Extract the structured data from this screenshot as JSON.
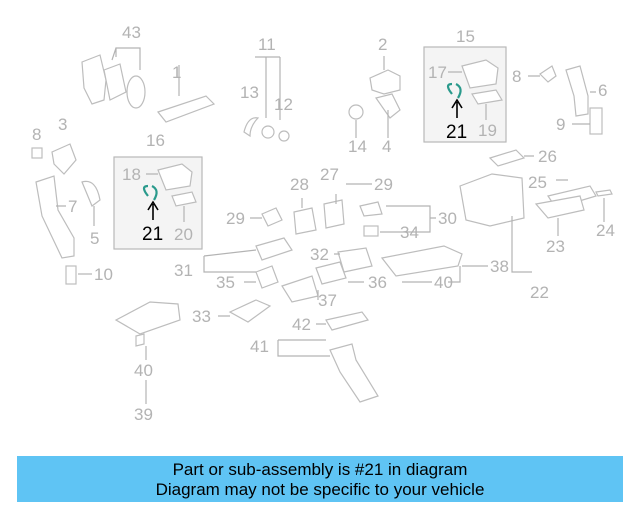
{
  "labels": {
    "l1": "1",
    "l2": "2",
    "l3": "3",
    "l4": "4",
    "l5": "5",
    "l6": "6",
    "l7": "7",
    "l8a": "8",
    "l8b": "8",
    "l9": "9",
    "l10": "10",
    "l11": "11",
    "l12": "12",
    "l13": "13",
    "l14": "14",
    "l15": "15",
    "l16": "16",
    "l17": "17",
    "l18": "18",
    "l19": "19",
    "l20": "20",
    "l21a": "21",
    "l21b": "21",
    "l22": "22",
    "l23": "23",
    "l24": "24",
    "l25": "25",
    "l26": "26",
    "l27": "27",
    "l28": "28",
    "l29a": "29",
    "l29b": "29",
    "l30": "30",
    "l31": "31",
    "l32": "32",
    "l33": "33",
    "l34": "34",
    "l35": "35",
    "l36": "36",
    "l37": "37",
    "l38": "38",
    "l39": "39",
    "l40a": "40",
    "l40b": "40",
    "l41": "41",
    "l42": "42",
    "l43": "43"
  },
  "highlight_part": "21",
  "banner": {
    "line1": "Part or sub-assembly is #21 in diagram",
    "line2": "Diagram may not be specific to your vehicle",
    "color": "#5fc4f4"
  },
  "colors": {
    "highlight_part": "#2a9a8c",
    "line": "#b3b3b3"
  }
}
